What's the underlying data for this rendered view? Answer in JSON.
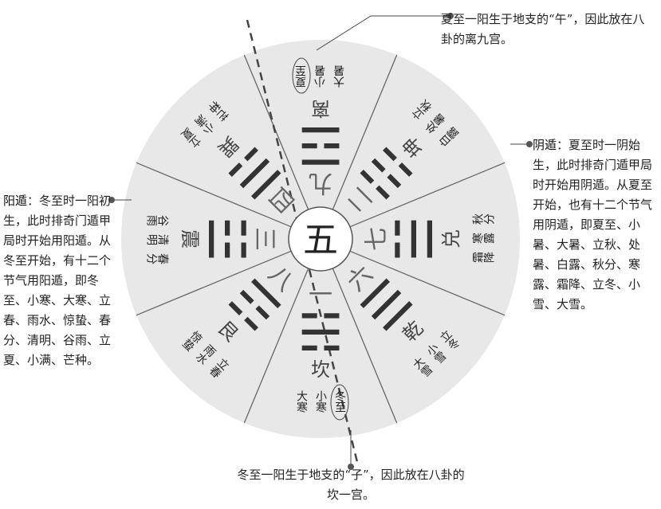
{
  "center": {
    "label": "五"
  },
  "sectors": [
    {
      "number": "一",
      "trigram": "☵",
      "name": "坎",
      "terms": [
        "冬至",
        "小寒",
        "大寒"
      ],
      "highlight": "冬至"
    },
    {
      "number": "八",
      "trigram": "☶",
      "name": "艮",
      "terms": [
        "立春",
        "雨水",
        "惊蛰"
      ]
    },
    {
      "number": "三",
      "trigram": "☳",
      "name": "震",
      "terms": [
        "春分",
        "清明",
        "谷雨"
      ]
    },
    {
      "number": "四",
      "trigram": "☴",
      "name": "巽",
      "terms": [
        "立夏",
        "小满",
        "芒种"
      ]
    },
    {
      "number": "九",
      "trigram": "☲",
      "name": "离",
      "terms": [
        "夏至",
        "小暑",
        "大暑"
      ],
      "highlight": "夏至"
    },
    {
      "number": "二",
      "trigram": "☷",
      "name": "坤",
      "terms": [
        "立秋",
        "处暑",
        "白露"
      ]
    },
    {
      "number": "七",
      "trigram": "☱",
      "name": "兑",
      "terms": [
        "秋分",
        "寒露",
        "霜降"
      ]
    },
    {
      "number": "六",
      "trigram": "☰",
      "name": "乾",
      "terms": [
        "立冬",
        "小雪",
        "大雪"
      ]
    }
  ],
  "annotations": {
    "top": "夏至一阳生于地支的“午”，因此放在八卦的离九宫。",
    "bottom": "冬至一阳生于地支的“子”，因此放在八卦的坎一宫。",
    "left_title": "阳遁",
    "left": "：冬至时一阳初生，此时排奇门遁甲局时开始用阳遁。从冬至开始，有十二个节气用阳遁，即冬至、小寒、大寒、立春、雨水、惊蛰、春分、清明、谷雨、立夏、小满、芒种。",
    "right_title": "阴遁",
    "right": "：夏至时一阴始生，此时排奇门遁甲局时开始用阴遁。从夏至开始，也有十二个节气用阴遁，即夏至、小暑、大暑、立秋、处暑、白露、秋分、寒露、霜降、立冬、小雪、大雪。"
  },
  "colors": {
    "disc": "#e6e6e6",
    "line": "#555555",
    "text": "#222222",
    "number": "#666666"
  }
}
